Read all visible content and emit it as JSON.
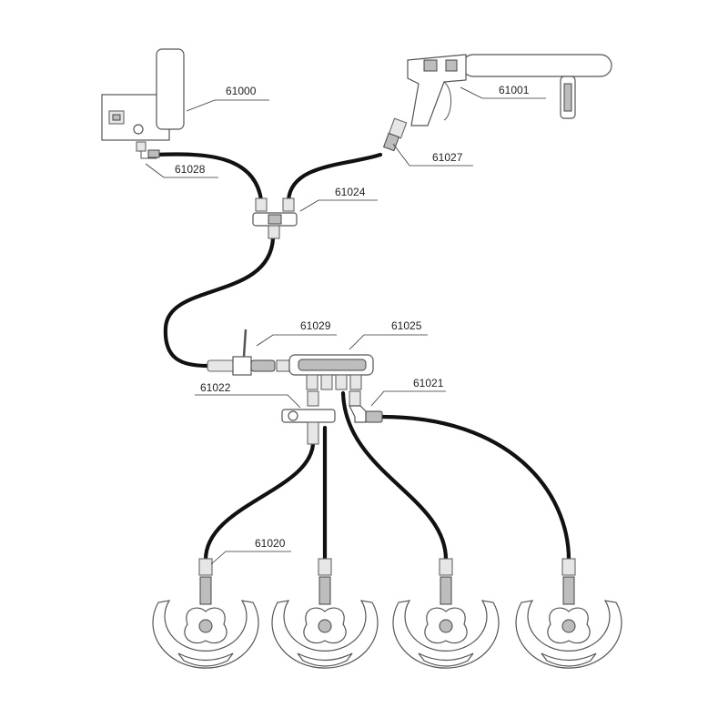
{
  "parts": {
    "p61000": "61000",
    "p61001": "61001",
    "p61027": "61027",
    "p61028": "61028",
    "p61024": "61024",
    "p61029": "61029",
    "p61025": "61025",
    "p61022": "61022",
    "p61021": "61021",
    "p61020": "61020"
  }
}
